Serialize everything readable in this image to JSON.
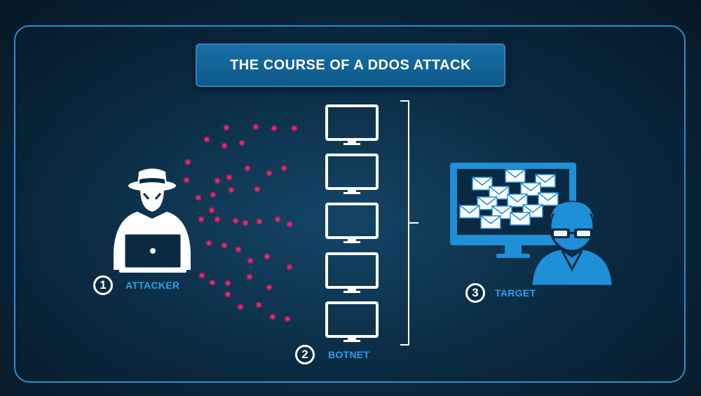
{
  "title": "THE COURSE OF A DDOS ATTACK",
  "steps": [
    {
      "number": "1",
      "label": "ATTACKER"
    },
    {
      "number": "2",
      "label": "BOTNET"
    },
    {
      "number": "3",
      "label": "TARGET"
    }
  ],
  "botnet_monitor_count": 5,
  "colors": {
    "accent_blue": "#1f8fd8",
    "packet_pink": "#ff1f6b",
    "outline_white": "#ffffff",
    "background": "#0a2a42"
  },
  "icons": [
    "hacker-icon",
    "laptop-icon",
    "monitor-icon",
    "envelope-icon",
    "user-glasses-icon",
    "packet-dot-icon"
  ]
}
